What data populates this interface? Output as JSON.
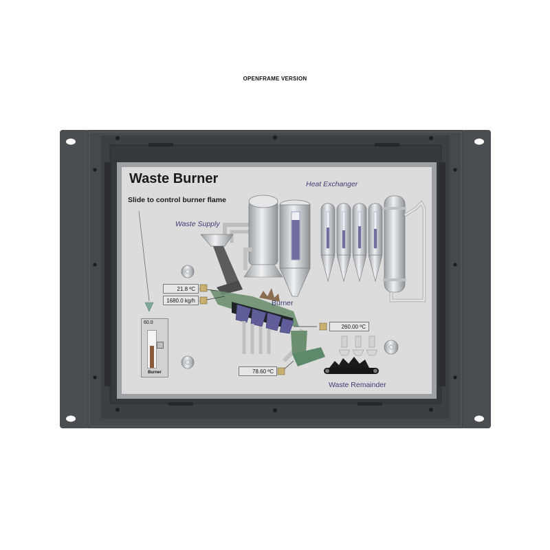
{
  "caption": "OPENFRAME VERSION",
  "screen": {
    "title": "Waste Burner",
    "subtitle": "Slide to control burner flame",
    "labels": {
      "heat_exchanger": "Heat Exchanger",
      "waste_supply": "Waste Supply",
      "burner": "Burner",
      "waste_remainder": "Waste Remainder"
    },
    "readouts": {
      "supply_temp": "21.8 ºC",
      "supply_flow": "1680.0 kg/h",
      "burner_temp": "260.00 ºC",
      "remainder_temp": "78.60 ºC"
    },
    "slider": {
      "value_text": "60.0",
      "label": "Burner",
      "level": 0.6
    }
  },
  "colors": {
    "frame": "#4a4d52",
    "frame_dark": "#2f3236",
    "screen_bg": "#dcdcdc",
    "vessel_fill": "#c9ccd0",
    "level_fill": "#6e6f9e",
    "pipe": "#c4c4c4",
    "conveyor_green": "#5e8a6c",
    "burner_purple": "#5f5e9a"
  }
}
